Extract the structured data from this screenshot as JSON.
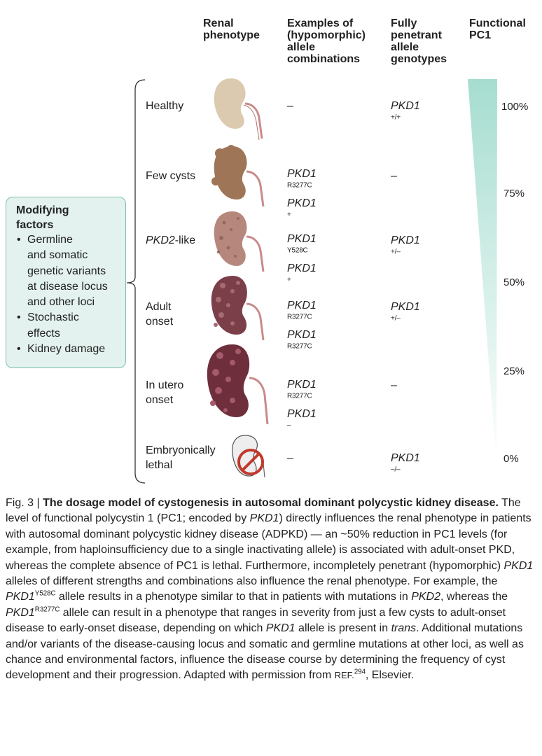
{
  "headers": {
    "renal": [
      "Renal",
      "phenotype"
    ],
    "examples": [
      "Examples of",
      "(hypomorphic)",
      "allele",
      "combinations"
    ],
    "fully": [
      "Fully",
      "penetrant",
      "allele",
      "genotypes"
    ],
    "functional": [
      "Functional",
      "PC1"
    ]
  },
  "modifying": {
    "title_line1": "Modifying",
    "title_line2": "factors",
    "items": [
      [
        "Germline",
        "and somatic",
        "genetic variants",
        "at disease locus",
        "and other loci"
      ],
      [
        "Stochastic",
        "effects"
      ],
      [
        "Kidney damage"
      ]
    ]
  },
  "rows": [
    {
      "phenotype": [
        "Healthy"
      ],
      "example": "–",
      "genotype": {
        "base": "PKD1",
        "sup": "+/+"
      }
    },
    {
      "phenotype": [
        "Few cysts"
      ],
      "example_lines": [
        {
          "base": "PKD1",
          "sup": "R3277C"
        },
        {
          "base": "PKD1",
          "sup": "+"
        }
      ],
      "genotype_text": "–"
    },
    {
      "phenotype_italic": "PKD2",
      "phenotype_suffix": "-like",
      "example_lines": [
        {
          "base": "PKD1",
          "sup": "Y528C"
        },
        {
          "base": "PKD1",
          "sup": "+"
        }
      ],
      "genotype": {
        "base": "PKD1",
        "sup": "+/–"
      }
    },
    {
      "phenotype": [
        "Adult",
        "onset"
      ],
      "example_lines": [
        {
          "base": "PKD1",
          "sup": "R3277C"
        },
        {
          "base": "PKD1",
          "sup": "R3277C"
        }
      ],
      "genotype": {
        "base": "PKD1",
        "sup": "+/–"
      }
    },
    {
      "phenotype": [
        "In utero",
        "onset"
      ],
      "example_lines": [
        {
          "base": "PKD1",
          "sup": "R3277C"
        },
        {
          "base": "PKD1",
          "sup": "–"
        }
      ],
      "genotype_text": "–"
    },
    {
      "phenotype": [
        "Embryonically",
        "lethal"
      ],
      "example": "–",
      "genotype": {
        "base": "PKD1",
        "sup": "–/–"
      }
    }
  ],
  "percent_labels": [
    "100%",
    "75%",
    "50%",
    "25%",
    "0%"
  ],
  "colors": {
    "triangle_top": "#aadfd3",
    "modbox_fill": "#e3f2ee",
    "modbox_border": "#7dbfae",
    "kidney_healthy": "#dcc9b0",
    "kidney_few": "#a2785b",
    "kidney_pkd2": "#b8887e",
    "kidney_adult": "#7b3f49",
    "kidney_utero": "#6f2e3c",
    "ureter": "#c98b8b"
  },
  "caption": {
    "fig_label": "Fig. 3 | ",
    "title": "The dosage model of cystogenesis in autosomal dominant polycystic kidney disease.",
    "t1": " The level of functional polycystin 1 (PC1; encoded by ",
    "t1_i": "PKD1",
    "t2": ") directly influences the renal phenotype in patients with autosomal dominant polycystic kidney disease (ADPKD) — an ~50% reduction in PC1 levels (for example, from haploinsufficiency due to a single inactivating allele) is associated with adult-onset PKD, whereas the complete absence of PC1 is lethal. Furthermore, incompletely penetrant (hypomorphic) ",
    "t2_i": "PKD1",
    "t3": " alleles of different strengths and combinations also influence the renal phenotype. For example, the ",
    "t3_i": "PKD1",
    "t3_sup": "Y528C",
    "t4": " allele results in a phenotype similar to that in patients with mutations in ",
    "t4_i": "PKD2",
    "t5": ", whereas the ",
    "t5_i": "PKD1",
    "t5_sup": "R3277C",
    "t6": " allele can result in a phenotype that ranges in severity from just a few cysts to adult-onset disease to early-onset disease, depending on which ",
    "t6_i": "PKD1",
    "t7": " allele is present in ",
    "t7_i": "trans",
    "t8": ". Additional mutations and/or variants of the disease-causing locus and somatic and germline mutations at other loci, as well as chance and environmental factors, influence the disease course by determining the frequency of cyst development and their progression. Adapted with permission from ",
    "ref": "REF.",
    "ref_num": "294",
    "t9": ", Elsevier."
  }
}
